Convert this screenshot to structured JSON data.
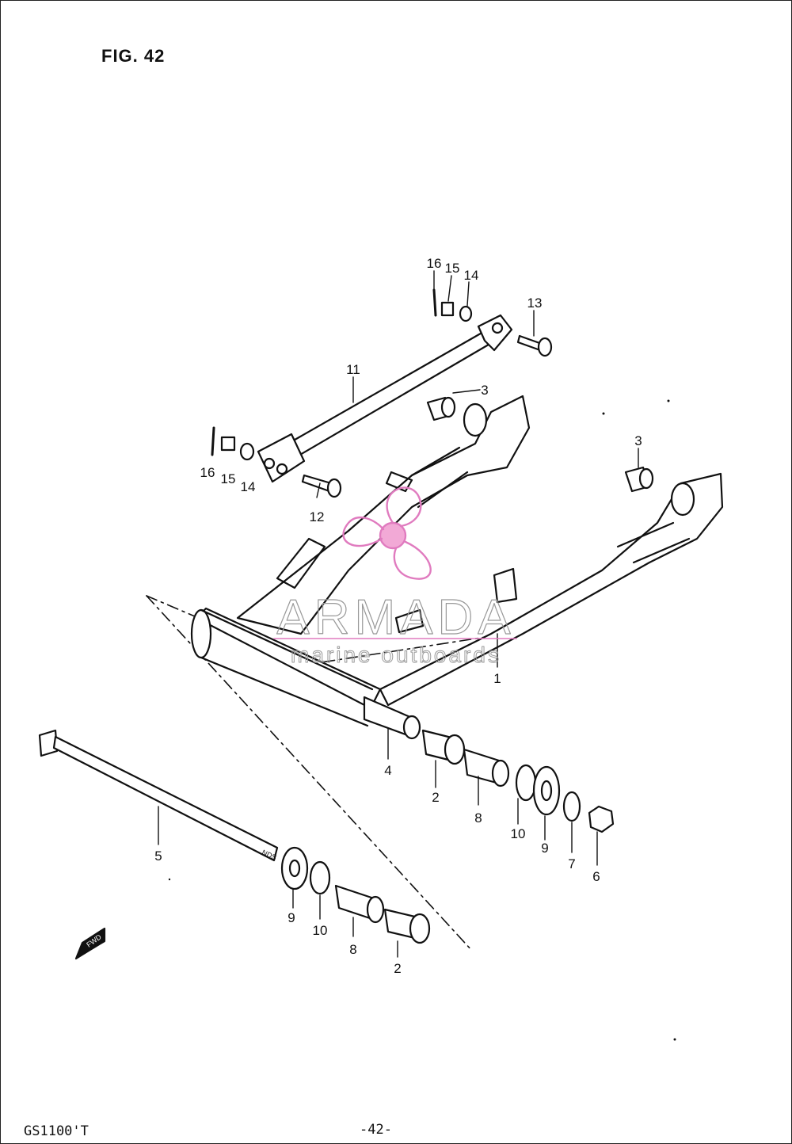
{
  "figure": {
    "title": "FIG. 42",
    "model_code": "GS1100'T",
    "page_number": "-42-"
  },
  "watermark": {
    "brand": "ARMADA",
    "tagline": "marine outboards",
    "logo_color": "#e07bbf"
  },
  "callouts": [
    {
      "id": "c16a",
      "label": "16"
    },
    {
      "id": "c15a",
      "label": "15"
    },
    {
      "id": "c14a",
      "label": "14"
    },
    {
      "id": "c13",
      "label": "13"
    },
    {
      "id": "c11",
      "label": "11"
    },
    {
      "id": "c3a",
      "label": "3"
    },
    {
      "id": "c3b",
      "label": "3"
    },
    {
      "id": "c16b",
      "label": "16"
    },
    {
      "id": "c15b",
      "label": "15"
    },
    {
      "id": "c14b",
      "label": "14"
    },
    {
      "id": "c12",
      "label": "12"
    },
    {
      "id": "c1",
      "label": "1"
    },
    {
      "id": "c4",
      "label": "4"
    },
    {
      "id": "c2a",
      "label": "2"
    },
    {
      "id": "c8a",
      "label": "8"
    },
    {
      "id": "c10a",
      "label": "10"
    },
    {
      "id": "c9a",
      "label": "9"
    },
    {
      "id": "c7",
      "label": "7"
    },
    {
      "id": "c6",
      "label": "6"
    },
    {
      "id": "c5",
      "label": "5"
    },
    {
      "id": "c9b",
      "label": "9"
    },
    {
      "id": "c10b",
      "label": "10"
    },
    {
      "id": "c8b",
      "label": "8"
    },
    {
      "id": "c2b",
      "label": "2"
    }
  ],
  "markings": {
    "fwd_arrow": "FWD",
    "bolt_stamp": "NDS"
  }
}
